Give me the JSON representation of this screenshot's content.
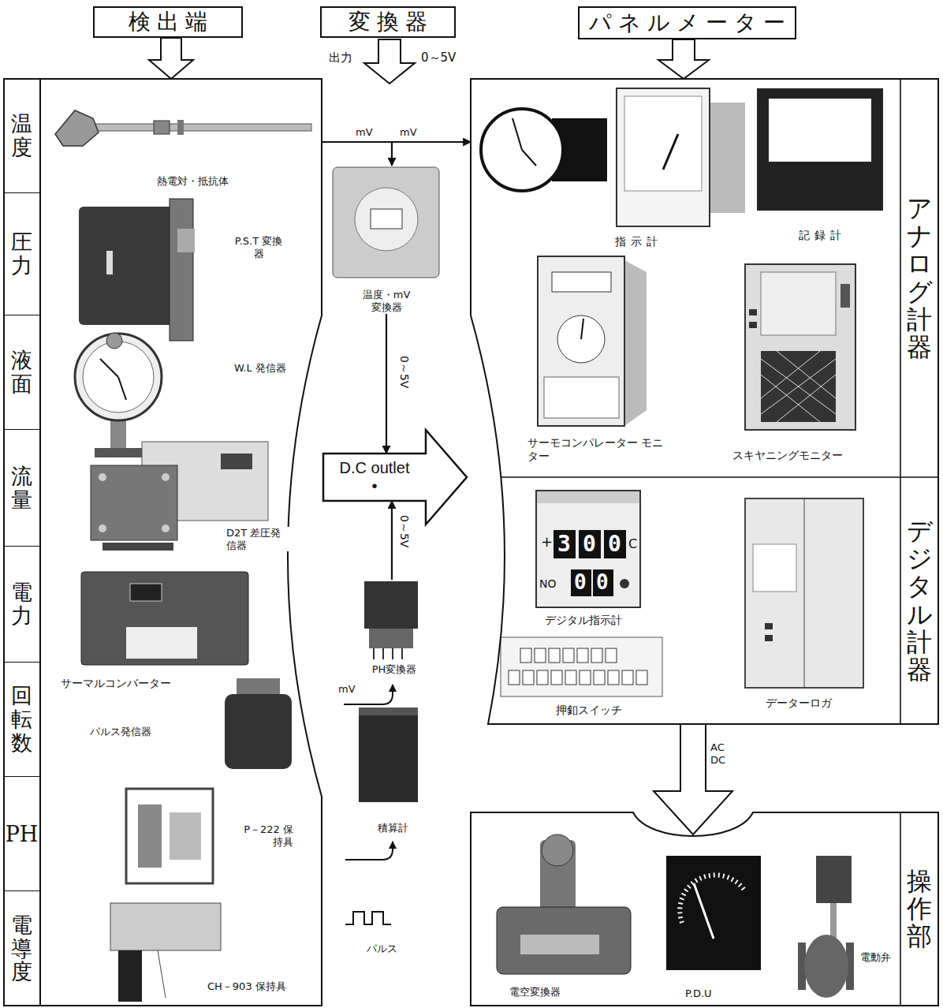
{
  "diagram": {
    "nodes": [
      {
        "text": [
          "検出端"
        ]
      },
      {
        "text": [
          "変換器"
        ]
      },
      {
        "text": [
          "パネルメーター"
        ]
      },
      {
        "text": []
      },
      {
        "text": [
          "温度"
        ],
        "in": 3
      },
      {
        "text": [
          "圧力"
        ],
        "in": 3
      },
      {
        "text": [
          "液面"
        ],
        "in": 3
      },
      {
        "text": [
          "流量"
        ],
        "in": 3
      },
      {
        "text": [
          "電力"
        ],
        "in": 3
      },
      {
        "text": [
          "回転数"
        ],
        "in": 3
      },
      {
        "text": [
          "PH"
        ],
        "in": 3
      },
      {
        "text": [
          "電導度"
        ],
        "in": 3
      },
      {
        "text": [
          "温度・mV 変換器"
        ]
      },
      {
        "text": [
          "D.C outlet •"
        ]
      },
      {
        "text": [
          "PH変換器"
        ]
      },
      {
        "text": [
          "積算計"
        ]
      },
      {
        "text": []
      },
      {
        "text": [
          "アナログ計器"
        ],
        "in": 16
      },
      {
        "text": [
          "デジタル計器"
        ],
        "in": 16
      },
      {
        "text": [
          "操作部"
        ]
      }
    ],
    "edges": [
      {
        "from": 0,
        "to": 3,
        "arrow": "to"
      },
      {
        "from": 2,
        "to": 16,
        "arrow": "to"
      },
      {
        "from": 3,
        "to": 16,
        "arrow": "to"
      },
      {
        "from": 3,
        "to": 12,
        "arrow": "to"
      },
      {
        "from": 12,
        "to": 13,
        "label": "0～5V",
        "arrow": "to"
      },
      {
        "from": 14,
        "to": 13,
        "label": "0～5V",
        "arrow": "to"
      },
      {
        "from": 16,
        "to": 19,
        "label": "AC DC",
        "arrow": "to"
      }
    ],
    "labels": [
      "出力",
      "0～5V",
      "熱電対・抵抗体",
      "P.S.T 変換器",
      "W.L 発信器",
      "D2T 差圧発信器",
      "サーマルコンバーター",
      "パルス発信器",
      "P－222 保持具",
      "CH－903 保持具",
      "mV",
      "mV",
      "mV",
      "パルス",
      "指示計",
      "記録計",
      "サーモコンパレーター モニター",
      "スキヤニングモニター",
      "+",
      "300",
      "C",
      "NO",
      "00",
      "デジタル指示計",
      "押釦スイッチ",
      "データーロガ",
      "電空変換器",
      "P.D.U",
      "電動弁"
    ]
  }
}
